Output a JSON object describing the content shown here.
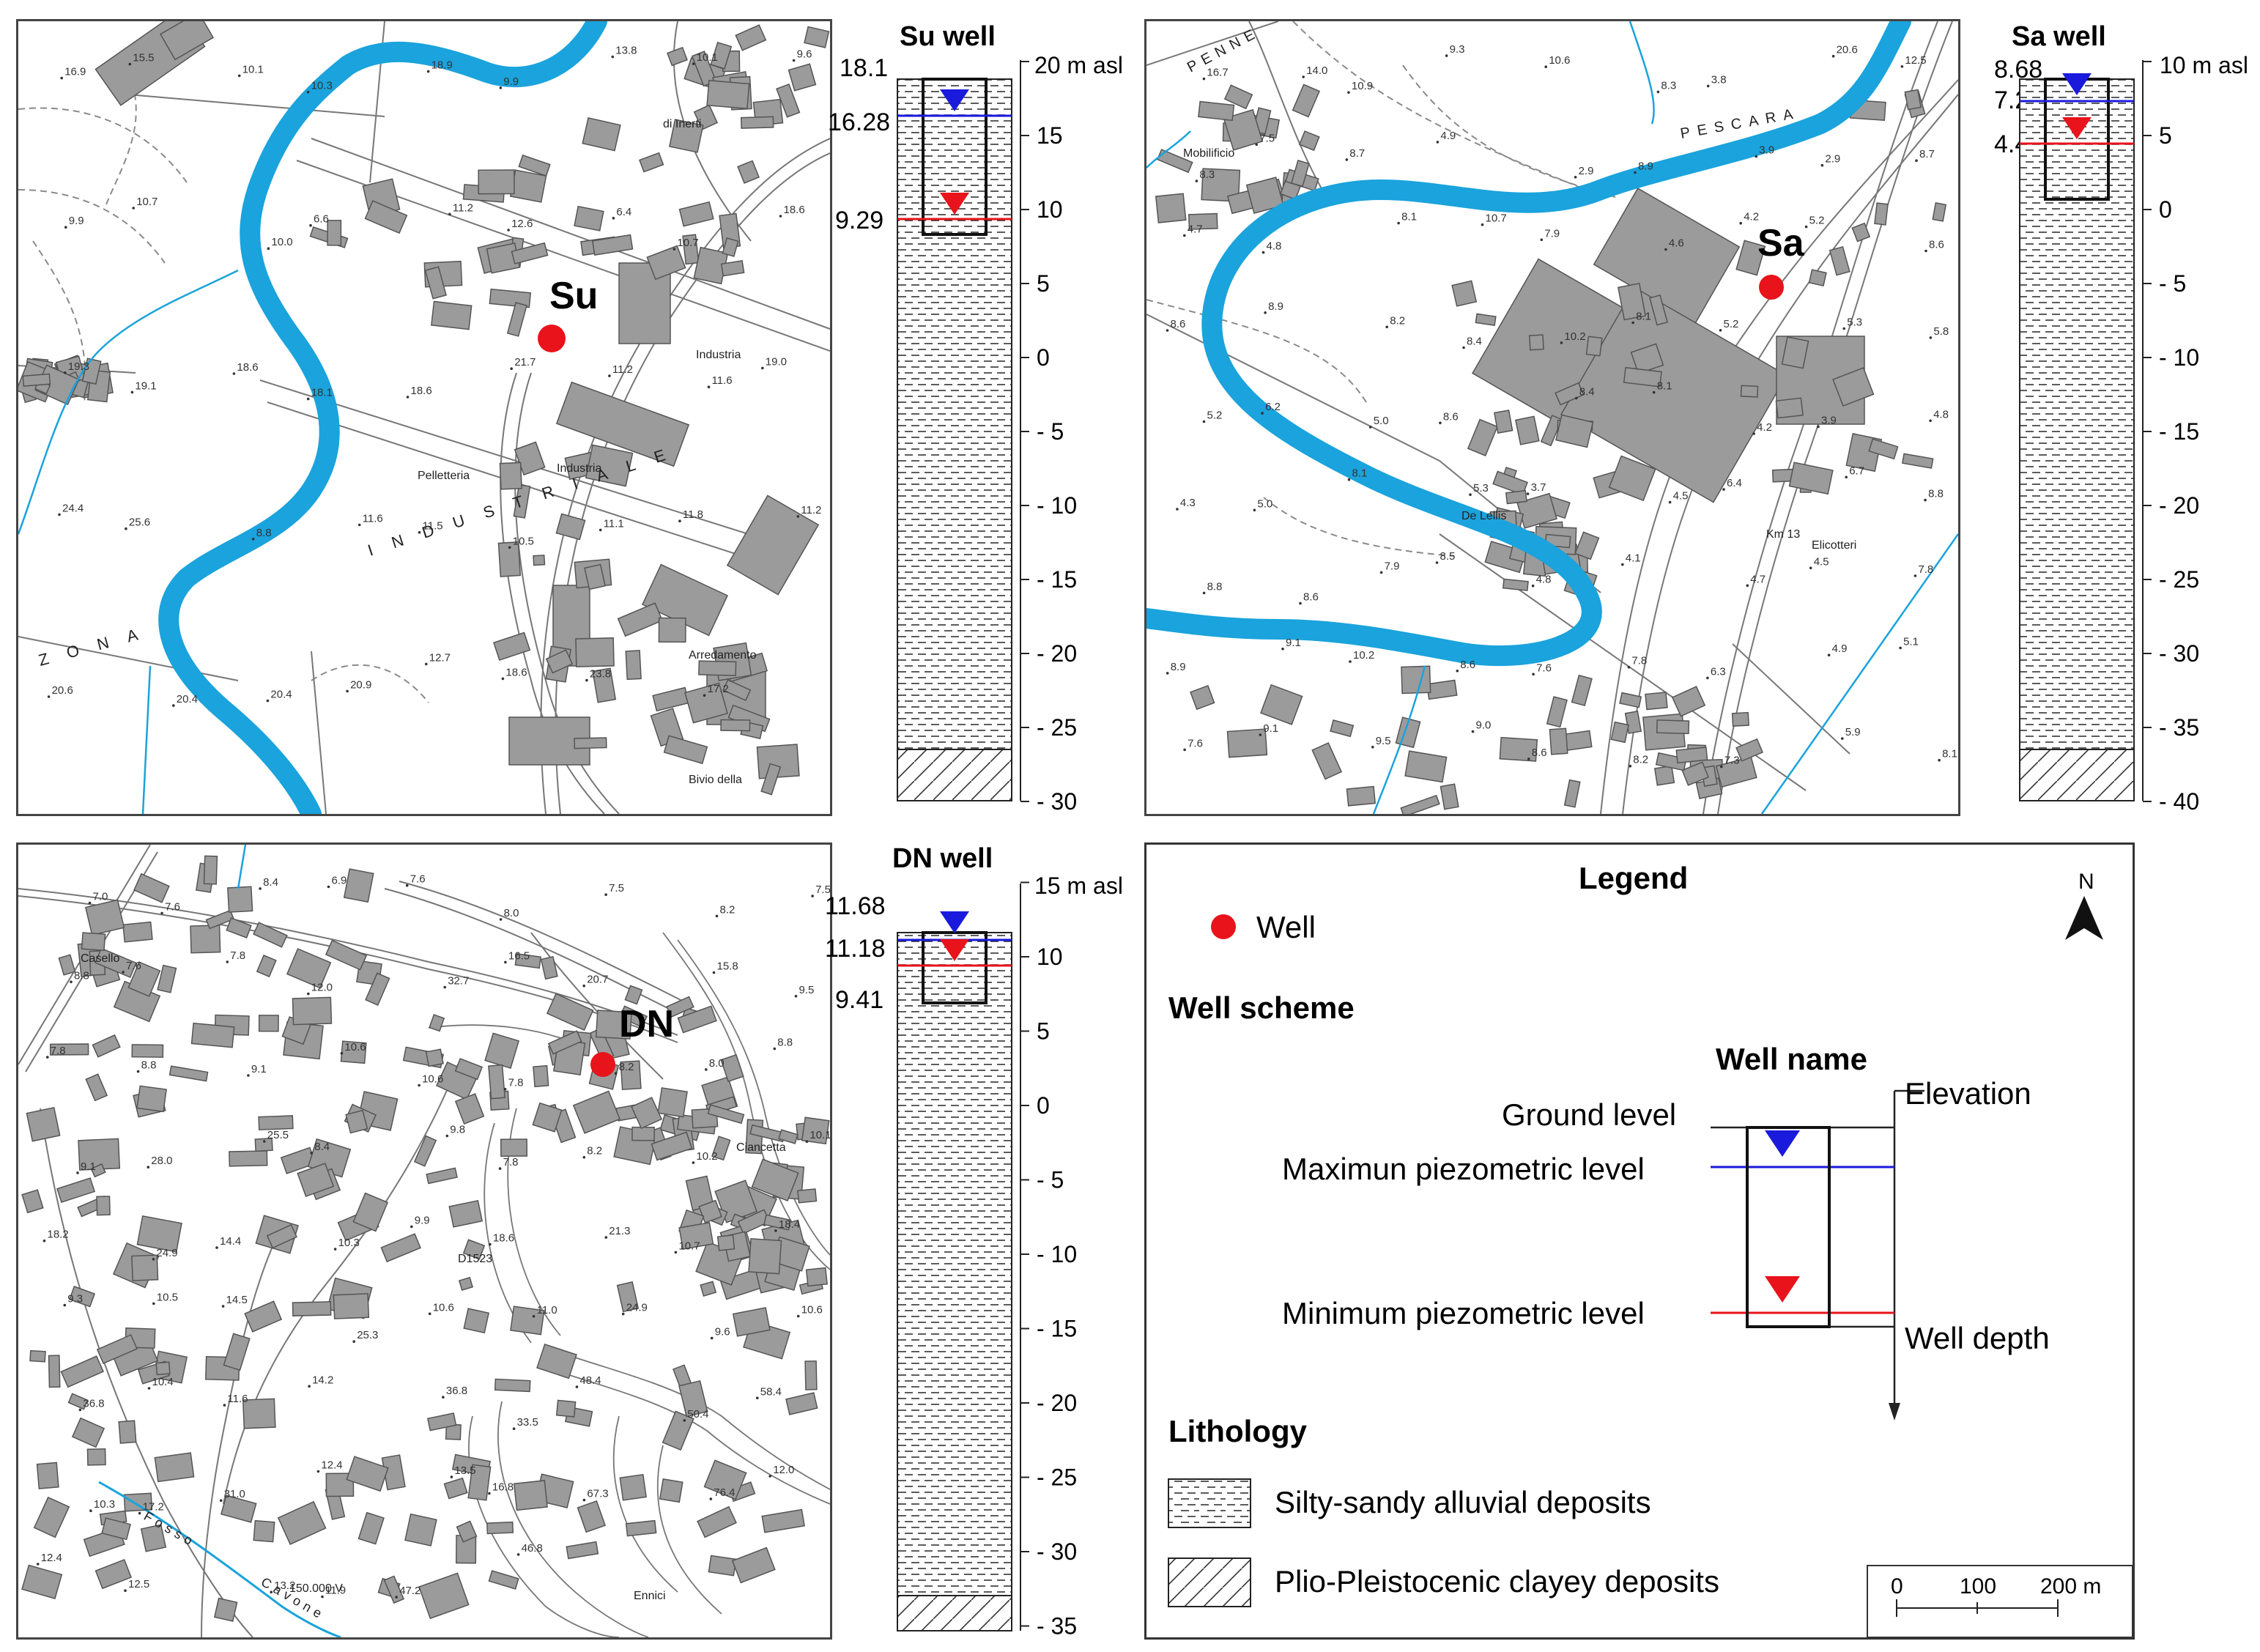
{
  "maps": {
    "su": {
      "marker_label": "Su",
      "labels": [
        "Industria",
        "Industria",
        "Pelletteria",
        "Arredamento",
        "Bivio della",
        "di Inerti"
      ],
      "road_labels": [
        "INDUSTRIALE",
        "ZONA"
      ],
      "elevations": [
        "16.9",
        "15.5",
        "10.1",
        "10.3",
        "18.9",
        "9.9",
        "13.8",
        "10.1",
        "9.6",
        "9.9",
        "10.7",
        "10.0",
        "6.6",
        "11.2",
        "12.6",
        "6.4",
        "10.7",
        "18.6",
        "19.3",
        "19.1",
        "18.6",
        "18.1",
        "18.6",
        "21.7",
        "11.2",
        "11.6",
        "19.0",
        "24.4",
        "25.6",
        "8.8",
        "11.6",
        "11.5",
        "10.5",
        "11.1",
        "11.8",
        "11.2",
        "20.6",
        "20.4",
        "20.4",
        "20.9",
        "12.7",
        "18.6",
        "23.8",
        "17.2"
      ]
    },
    "sa": {
      "marker_label": "Sa",
      "labels": [
        "Mobilificio",
        "De Lellis",
        "Km 13",
        "Elicotteri"
      ],
      "road_labels": [
        "PENNE",
        "PESCARA"
      ],
      "elevations": [
        "16.7",
        "14.0",
        "10.9",
        "9.3",
        "10.6",
        "8.3",
        "3.8",
        "20.6",
        "12.5",
        "8.3",
        "7.5",
        "8.7",
        "4.9",
        "2.9",
        "8.9",
        "3.9",
        "2.9",
        "8.7",
        "4.7",
        "4.8",
        "8.1",
        "10.7",
        "7.9",
        "4.6",
        "4.2",
        "5.2",
        "8.6",
        "8.6",
        "8.9",
        "8.2",
        "8.4",
        "10.2",
        "8.1",
        "5.2",
        "5.3",
        "5.8",
        "5.2",
        "6.2",
        "5.0",
        "8.6",
        "8.4",
        "8.1",
        "4.2",
        "3.9",
        "4.8",
        "4.3",
        "5.0",
        "8.1",
        "5.3",
        "3.7",
        "4.5",
        "6.4",
        "6.7",
        "8.8",
        "8.8",
        "8.6",
        "7.9",
        "8.5",
        "4.8",
        "4.1",
        "4.7",
        "4.5",
        "7.8",
        "8.9",
        "9.1",
        "10.2",
        "8.6",
        "7.6",
        "7.8",
        "6.3",
        "4.9",
        "5.1",
        "7.6",
        "9.1",
        "9.5",
        "9.0",
        "8.6",
        "8.2",
        "7.3",
        "5.9",
        "8.1"
      ]
    },
    "dn": {
      "marker_label": "DN",
      "labels": [
        "Casello",
        "Ciancetta",
        "Ennici",
        "150.000 V",
        "D1523"
      ],
      "road_labels": [
        "Fosso",
        "Cavone"
      ],
      "elevations": [
        "7.0",
        "7.6",
        "8.4",
        "6.9",
        "7.6",
        "8.0",
        "7.5",
        "8.2",
        "7.5",
        "8.8",
        "7.6",
        "7.8",
        "12.0",
        "32.7",
        "16.5",
        "20.7",
        "15.8",
        "9.5",
        "7.8",
        "8.8",
        "9.1",
        "10.6",
        "10.6",
        "7.8",
        "8.2",
        "8.0",
        "8.8",
        "9.1",
        "28.0",
        "25.5",
        "8.4",
        "9.8",
        "7.8",
        "8.2",
        "10.2",
        "10.1",
        "18.2",
        "24.9",
        "14.4",
        "10.3",
        "9.9",
        "18.6",
        "21.3",
        "10.7",
        "18.4",
        "9.3",
        "10.5",
        "14.5",
        "25.3",
        "10.6",
        "11.0",
        "24.9",
        "9.6",
        "10.6",
        "36.8",
        "10.4",
        "11.6",
        "14.2",
        "36.8",
        "33.5",
        "48.4",
        "50.4",
        "58.4",
        "10.3",
        "17.2",
        "31.0",
        "12.4",
        "13.5",
        "16.8",
        "67.3",
        "76.4",
        "12.0",
        "12.4",
        "12.5",
        "13.2",
        "11.9",
        "47.2",
        "46.8"
      ]
    }
  },
  "wells": {
    "su": {
      "title": "Su well",
      "unit_label": "20 m asl",
      "ground": "18.1",
      "max_level": "16.28",
      "min_level": "9.29",
      "ticks": [
        "15",
        "10",
        "5",
        "0",
        "- 5",
        "- 10",
        "- 15",
        "- 20",
        "- 25",
        "- 30"
      ]
    },
    "sa": {
      "title": "Sa well",
      "unit_label": "10 m asl",
      "ground": "8.68",
      "max_level": "7.28",
      "min_level": "4.41",
      "ticks": [
        "5",
        "0",
        "- 5",
        "- 10",
        "- 15",
        "- 20",
        "- 25",
        "- 30",
        "- 35",
        "- 40"
      ]
    },
    "dn": {
      "title": "DN well",
      "unit_label": "15 m asl",
      "ground": "11.68",
      "max_level": "11.18",
      "min_level": "9.41",
      "ticks": [
        "10",
        "5",
        "0",
        "- 5",
        "- 10",
        "- 15",
        "- 20",
        "- 25",
        "- 30",
        "- 35"
      ]
    }
  },
  "legend": {
    "title": "Legend",
    "north": "N",
    "well": "Well",
    "scheme_title": "Well scheme",
    "scheme_well_name": "Well name",
    "elevation": "Elevation",
    "ground_level": "Ground level",
    "max_level": "Maximun piezometric level",
    "min_level": "Minimum piezometric level",
    "well_depth": "Well depth",
    "lithology_title": "Lithology",
    "silty": "Silty-sandy alluvial deposits",
    "clayey": "Plio-Pleistocenic clayey deposits",
    "scale_ticks": [
      "0",
      "100",
      "200 m"
    ]
  },
  "colors": {
    "river": "#1aa3dc",
    "building": "#9b9b9b",
    "well_marker": "#e8131b",
    "max_level": "#1a1adc",
    "min_level": "#e8131b",
    "contour": "#888888"
  }
}
